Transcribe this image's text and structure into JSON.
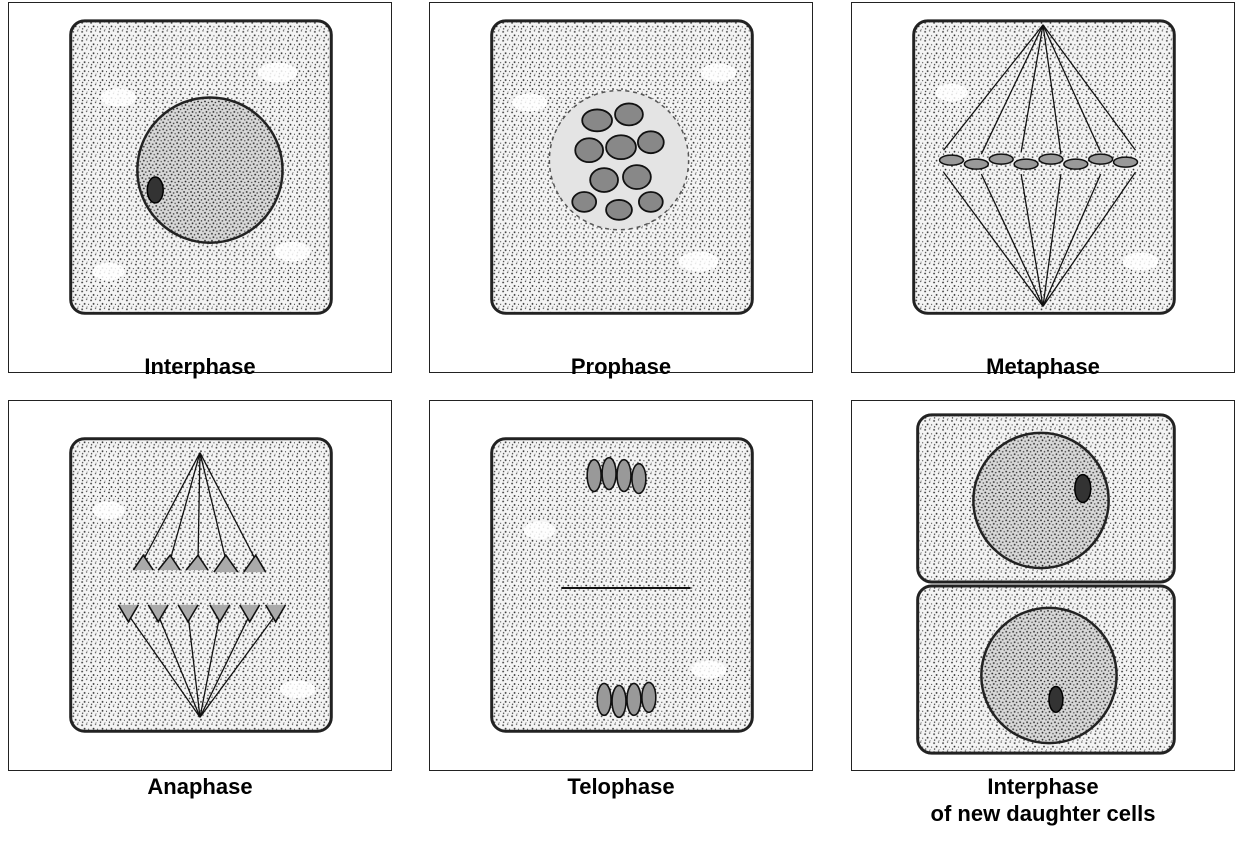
{
  "panels": [
    {
      "id": "interphase",
      "label": "Interphase"
    },
    {
      "id": "prophase",
      "label": "Prophase"
    },
    {
      "id": "metaphase",
      "label": "Metaphase"
    },
    {
      "id": "anaphase",
      "label": "Anaphase"
    },
    {
      "id": "telophase",
      "label": "Telophase"
    },
    {
      "id": "daughter-cells",
      "label": "Interphase",
      "label_line2": "of new daughter cells"
    }
  ]
}
